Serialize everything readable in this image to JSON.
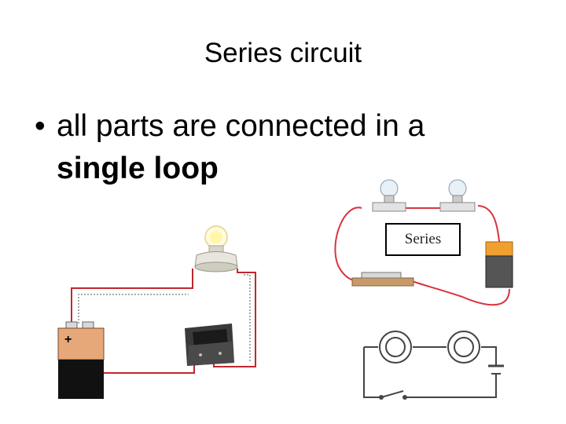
{
  "slide": {
    "title": "Series circuit",
    "bullet_symbol": "•",
    "bullet_text": "all parts are connected in a",
    "bullet_emphasis": "single loop"
  },
  "illustrations": {
    "photo_circuit": {
      "battery_polarity": "+",
      "wire_color": "#c0282d"
    },
    "drawn_circuit": {
      "label": "Series",
      "wire_color": "#d9343e"
    },
    "schematic": {
      "line_color": "#444444"
    }
  }
}
